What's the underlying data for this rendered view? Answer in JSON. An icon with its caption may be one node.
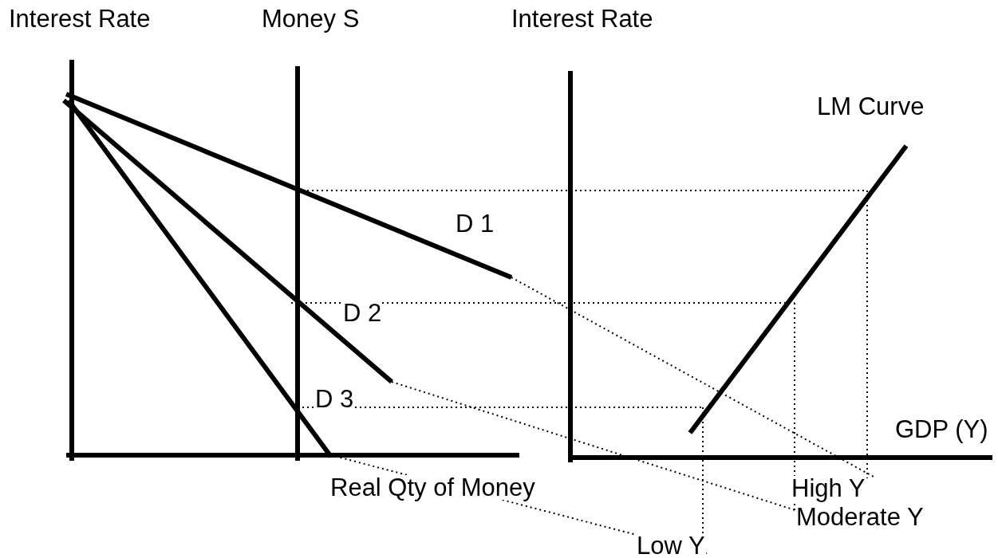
{
  "diagram": {
    "labels": [
      "Interest Rate",
      "Money S",
      "Interest Rate",
      "LM Curve",
      "D 1",
      "D 2",
      "D 3",
      "GDP (Y)",
      "Real Qty of Money",
      "High Y",
      "Moderate Y",
      "Low Y"
    ]
  }
}
